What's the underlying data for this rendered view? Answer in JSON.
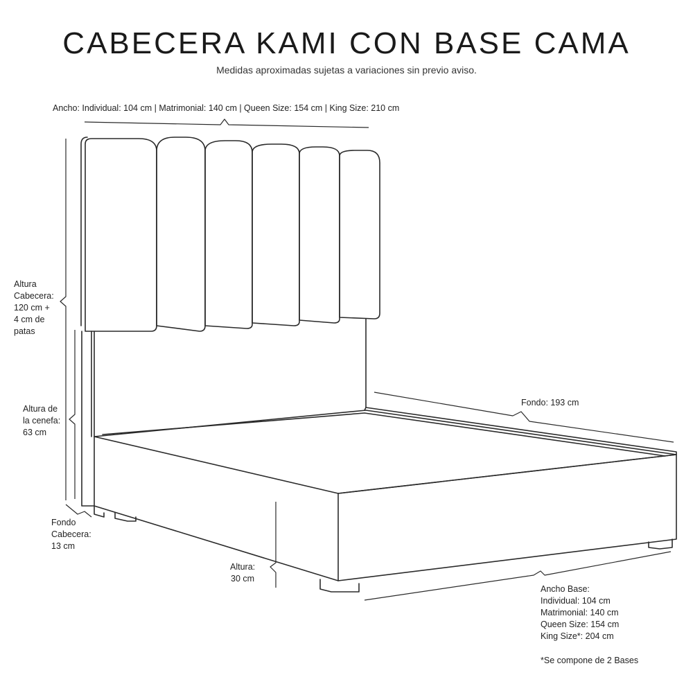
{
  "header": {
    "title": "CABECERA KAMI CON BASE CAMA",
    "subtitle": "Medidas aproximadas sujetas a variaciones sin previo aviso."
  },
  "dimensions": {
    "ancho_cabecera": "Ancho: Individual: 104 cm | Matrimonial: 140 cm | Queen Size: 154 cm | King Size: 210 cm",
    "altura_cabecera": [
      "Altura",
      "Cabecera:",
      "120 cm +",
      "4 cm de",
      "patas"
    ],
    "altura_cenefa": [
      "Altura de",
      "la cenefa:",
      "63 cm"
    ],
    "fondo_cabecera": [
      "Fondo",
      "Cabecera:",
      "13 cm"
    ],
    "altura_base": [
      "Altura:",
      "30 cm"
    ],
    "fondo_base": "Fondo: 193 cm",
    "ancho_base": [
      "Ancho Base:",
      "Individual: 104 cm",
      "Matrimonial: 140 cm",
      "Queen Size: 154 cm",
      "King Size*: 204 cm"
    ],
    "nota": "*Se compone de 2 Bases"
  },
  "colors": {
    "line": "#2a2a2a",
    "text": "#222222",
    "background": "#ffffff"
  }
}
